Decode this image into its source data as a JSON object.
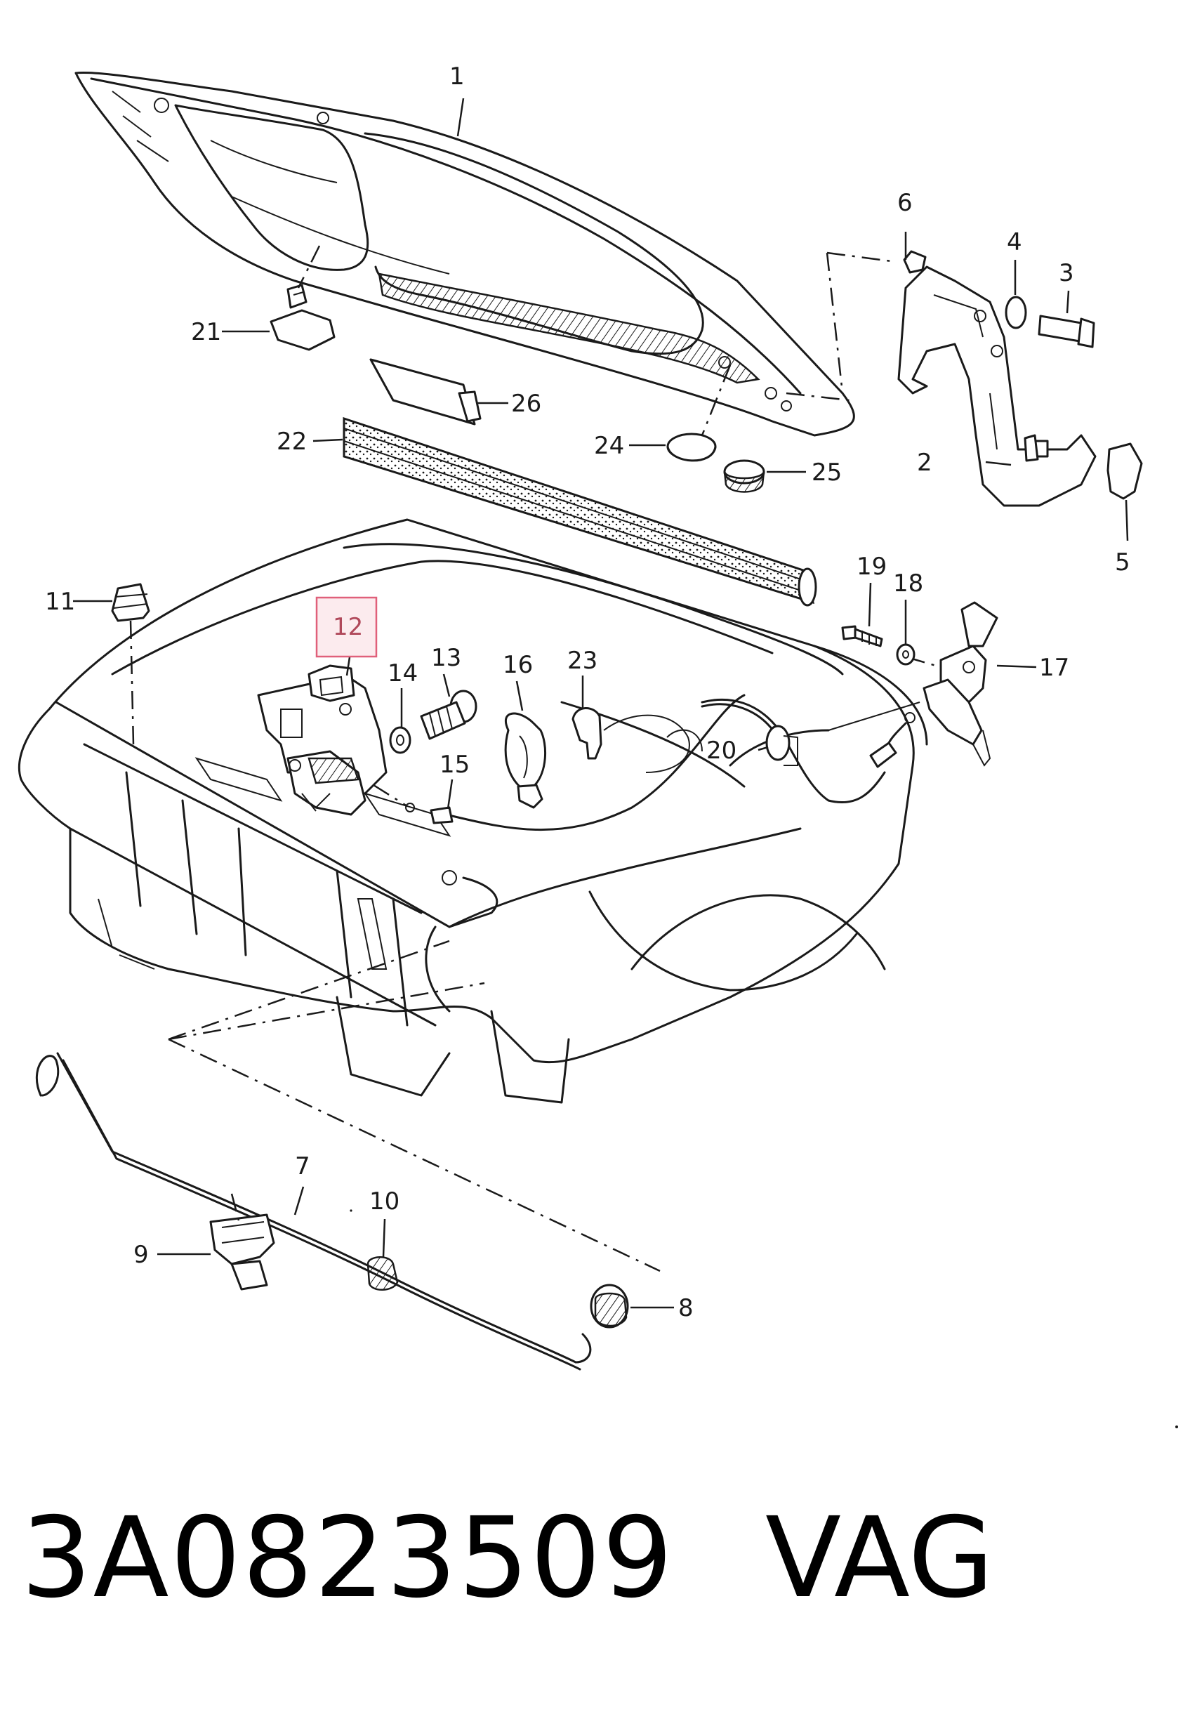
{
  "diagram": {
    "callouts": [
      {
        "id": "1",
        "label": "1"
      },
      {
        "id": "2",
        "label": "2"
      },
      {
        "id": "3",
        "label": "3"
      },
      {
        "id": "4",
        "label": "4"
      },
      {
        "id": "5",
        "label": "5"
      },
      {
        "id": "6",
        "label": "6"
      },
      {
        "id": "7",
        "label": "7"
      },
      {
        "id": "8",
        "label": "8"
      },
      {
        "id": "9",
        "label": "9"
      },
      {
        "id": "10",
        "label": "10"
      },
      {
        "id": "11",
        "label": "11"
      },
      {
        "id": "12",
        "label": "12",
        "highlighted": true
      },
      {
        "id": "13",
        "label": "13"
      },
      {
        "id": "14",
        "label": "14"
      },
      {
        "id": "15",
        "label": "15"
      },
      {
        "id": "16",
        "label": "16"
      },
      {
        "id": "17",
        "label": "17"
      },
      {
        "id": "18",
        "label": "18"
      },
      {
        "id": "19",
        "label": "19"
      },
      {
        "id": "20",
        "label": "20"
      },
      {
        "id": "21",
        "label": "21"
      },
      {
        "id": "22",
        "label": "22"
      },
      {
        "id": "23",
        "label": "23"
      },
      {
        "id": "24",
        "label": "24"
      },
      {
        "id": "25",
        "label": "25"
      },
      {
        "id": "26",
        "label": "26"
      }
    ],
    "highlight_color": "#e0607a"
  },
  "footer": {
    "part_number": "3A0823509",
    "brand": "VAG"
  }
}
